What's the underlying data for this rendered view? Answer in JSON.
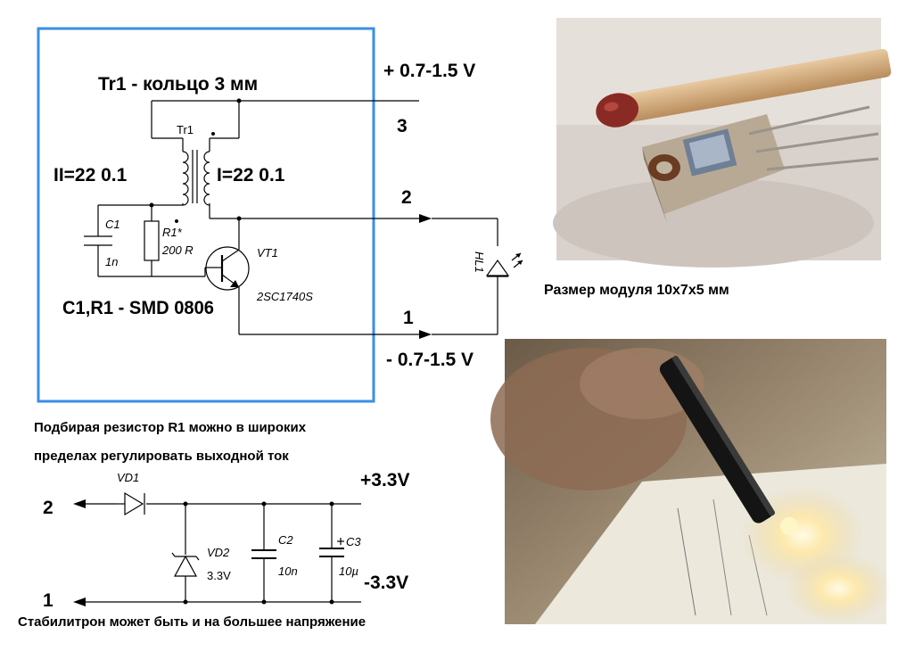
{
  "top_circuit": {
    "title": "Tr1 - кольцо 3 мм",
    "transformer_label": "Tr1",
    "winding_secondary": "II=22 0.1",
    "winding_primary": "I=22 0.1",
    "c1_name": "C1",
    "c1_value": "1n",
    "r1_name": "R1*",
    "r1_value": "200 R",
    "transistor_name": "VT1",
    "transistor_model": "2SC1740S",
    "smd_note": "C1,R1 - SMD 0806",
    "led_name": "HL1",
    "pin_3": "3",
    "pin_2": "2",
    "pin_1": "1",
    "plus_voltage": "+ 0.7-1.5 V",
    "minus_voltage": "- 0.7-1.5 V"
  },
  "module_size": "Размер модуля  10x7x5 мм",
  "resistor_note_line1": "Подбирая резистор R1 можно в широких",
  "resistor_note_line2": "пределах регулировать выходной ток",
  "bottom_circuit": {
    "pin_2": "2",
    "pin_1": "1",
    "vd1": "VD1",
    "vd2": "VD2",
    "vd2_value": "3.3V",
    "c2": "C2",
    "c2_value": "10n",
    "c3": "C3",
    "c3_value": "10µ",
    "plus_label": "+3.3V",
    "minus_label": "-3.3V"
  },
  "zener_note": "Стабилитрон может быть и на большее напряжение",
  "colors": {
    "frame_blue": "#3a8ee6"
  }
}
